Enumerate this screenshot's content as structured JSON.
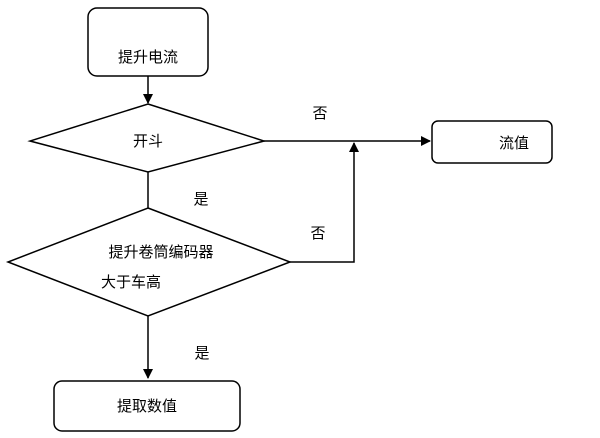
{
  "diagram": {
    "nodes": {
      "start": "提升电流",
      "decision1": "开斗",
      "decision2_line1": "提升卷筒编码器",
      "decision2_line2": "大于车高",
      "result_no": "流值",
      "result_yes": "提取数值"
    },
    "edges": {
      "d1_no": "否",
      "d1_yes": "是",
      "d2_no": "否",
      "d2_yes": "是"
    }
  }
}
